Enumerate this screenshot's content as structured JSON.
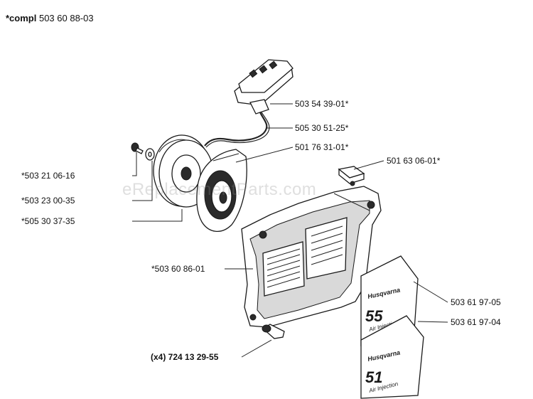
{
  "title": {
    "prefix": "*compl",
    "number": "503 60 88-03"
  },
  "watermark": "eReplacementParts.com",
  "decal_55": {
    "brand": "Husqvarna",
    "model": "55",
    "sub": "Air Injection"
  },
  "decal_51": {
    "brand": "Husqvarna",
    "model": "51",
    "sub": "Air Injection"
  },
  "parts": {
    "handle": "503 54 39-01*",
    "cord": "505 30 51-25*",
    "cup": "501 76 31-01*",
    "plug": "501 63 06-01*",
    "screw_small": "*503 21 06-16",
    "washer": "*503 23 00-35",
    "pulley": "*505 30 37-35",
    "cover": "*503 60 86-01",
    "decal_55": "503 61 97-05",
    "decal_51": "503 61 97-04",
    "bolt": "(x4) 724 13 29-55"
  }
}
